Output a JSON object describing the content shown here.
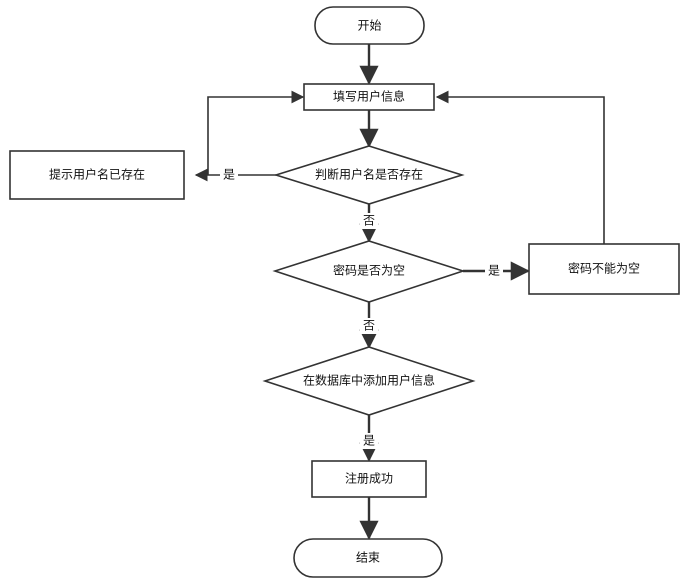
{
  "diagram": {
    "nodes": {
      "start": "开始",
      "fill_info": "填写用户信息",
      "check_username": "判断用户名是否存在",
      "username_exists": "提示用户名已存在",
      "check_password": "密码是否为空",
      "password_empty": "密码不能为空",
      "add_to_db": "在数据库中添加用户信息",
      "register_success": "注册成功",
      "end": "结束"
    },
    "edge_labels": {
      "username_yes": "是",
      "username_no": "否",
      "password_yes": "是",
      "password_no": "否",
      "add_yes": "是"
    },
    "colors": {
      "stroke": "#333333",
      "fill": "#ffffff",
      "text": "#111111"
    }
  }
}
